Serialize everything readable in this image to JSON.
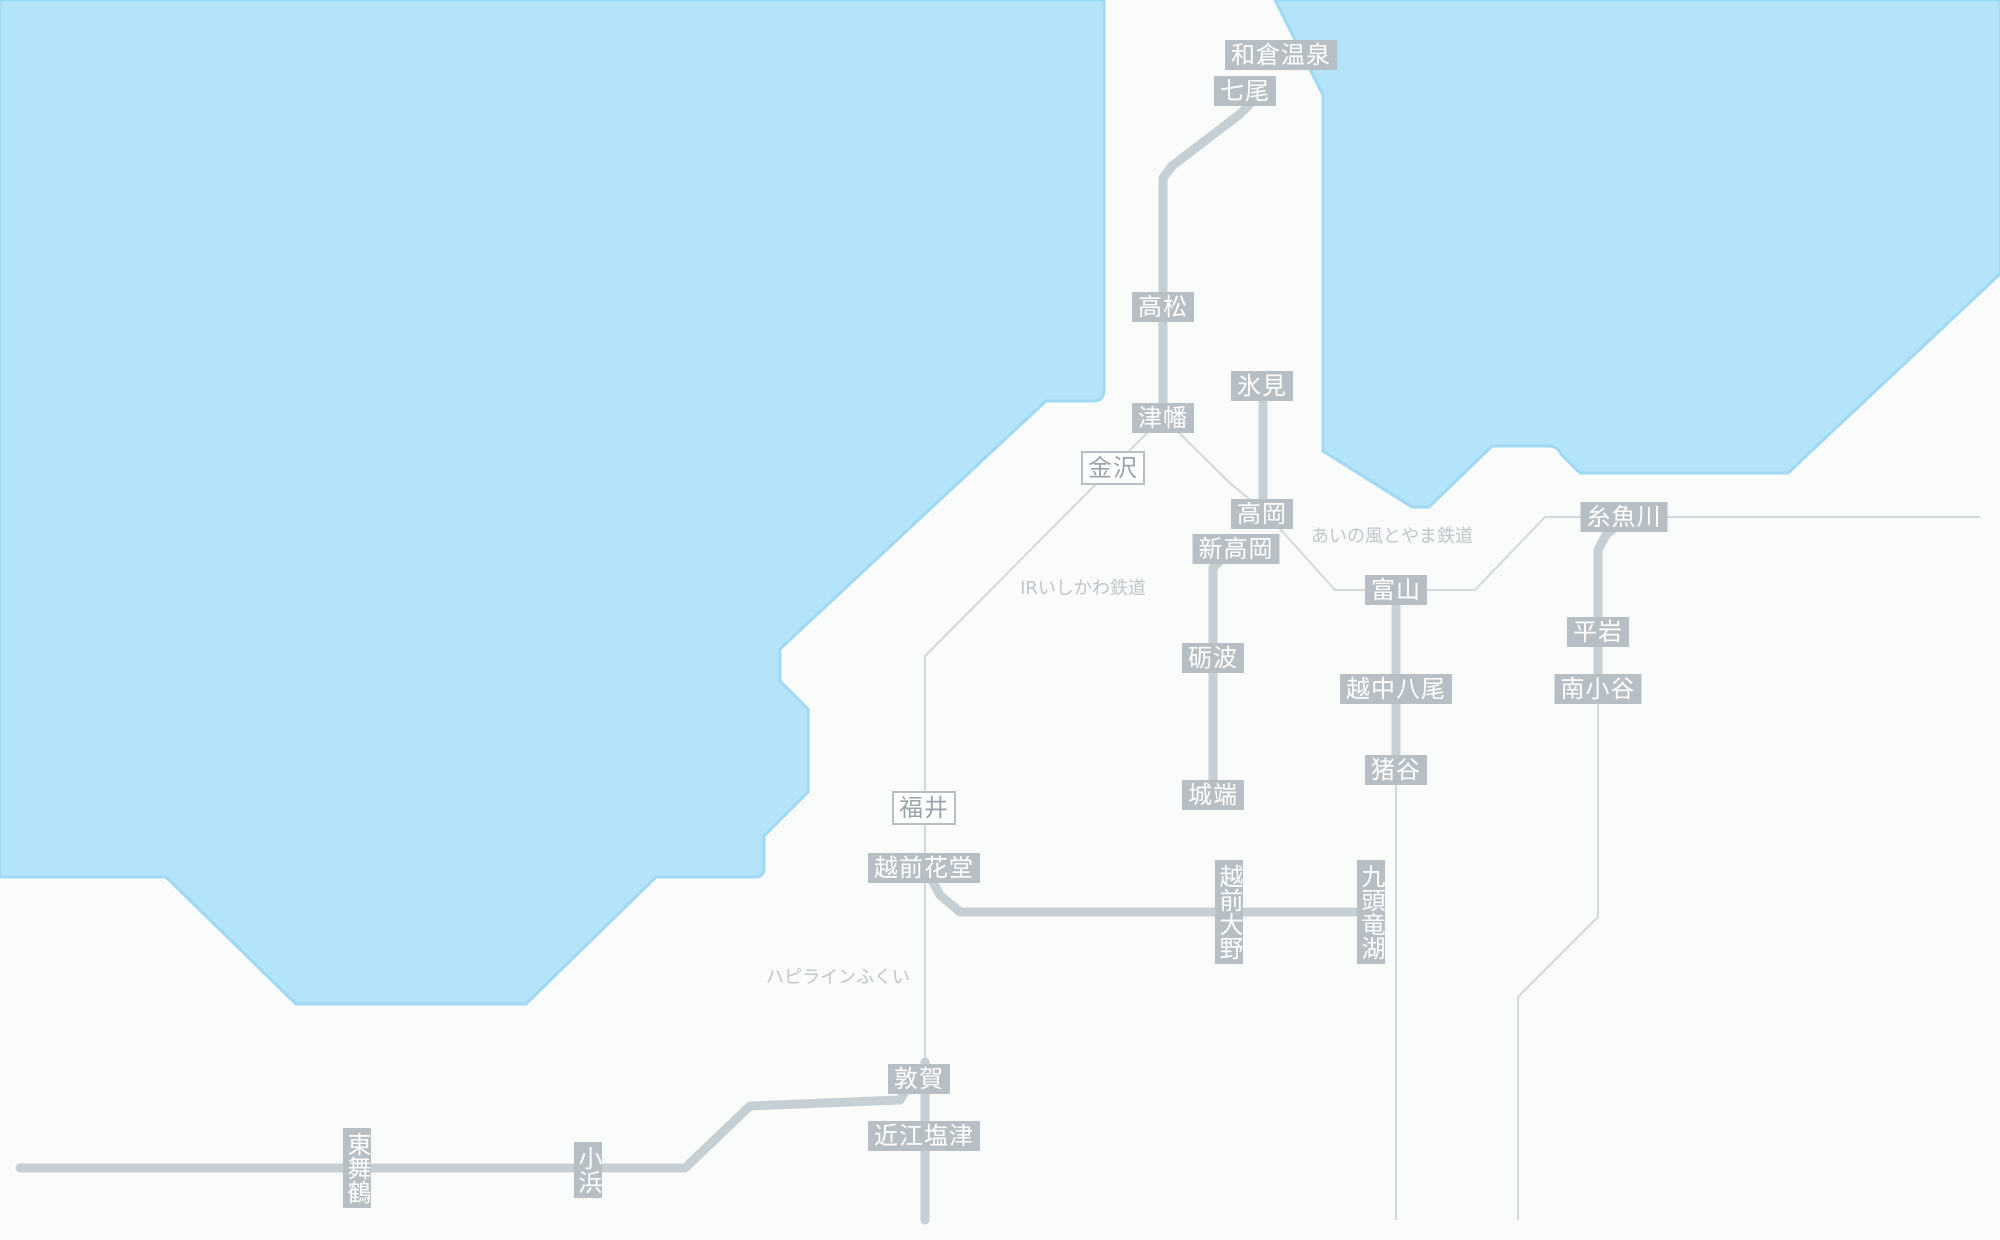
{
  "colors": {
    "sea": "#b3e4fa",
    "sea_edge": "#9fd9f3",
    "land": "#fafbfb",
    "line_thick": "#c6cfd4",
    "line_thin": "#d3d8db",
    "station_bg": "#b7bfc4"
  },
  "stations": [
    {
      "id": "wakura-onsen",
      "label": "和倉温泉"
    },
    {
      "id": "nanao",
      "label": "七尾"
    },
    {
      "id": "takamatsu",
      "label": "高松"
    },
    {
      "id": "tsubata",
      "label": "津幡"
    },
    {
      "id": "himi",
      "label": "氷見"
    },
    {
      "id": "kanazawa",
      "label": "金沢"
    },
    {
      "id": "takaoka",
      "label": "高岡"
    },
    {
      "id": "shin-takaoka",
      "label": "新高岡"
    },
    {
      "id": "toyama",
      "label": "富山"
    },
    {
      "id": "itoigawa",
      "label": "糸魚川"
    },
    {
      "id": "hiraiwa",
      "label": "平岩"
    },
    {
      "id": "tonami",
      "label": "砺波"
    },
    {
      "id": "etchu-yatsuo",
      "label": "越中八尾"
    },
    {
      "id": "minami-otari",
      "label": "南小谷"
    },
    {
      "id": "inotani",
      "label": "猪谷"
    },
    {
      "id": "johana",
      "label": "城端"
    },
    {
      "id": "fukui",
      "label": "福井"
    },
    {
      "id": "echizen-hanando",
      "label": "越前花堂"
    },
    {
      "id": "echizen-ono",
      "label": "越前大野"
    },
    {
      "id": "kuzuryuko",
      "label": "九頭竜湖"
    },
    {
      "id": "tsuruga",
      "label": "敦賀"
    },
    {
      "id": "omi-shiotsu",
      "label": "近江塩津"
    },
    {
      "id": "higashi-maizuru",
      "label": "東舞鶴"
    },
    {
      "id": "obama",
      "label": "小浜"
    }
  ],
  "line_labels": [
    {
      "id": "ainokaze",
      "label": "あいの風とやま鉄道"
    },
    {
      "id": "ir-ishikawa",
      "label": "IRいしかわ鉄道"
    },
    {
      "id": "hapi-line",
      "label": "ハピラインふくい"
    }
  ]
}
